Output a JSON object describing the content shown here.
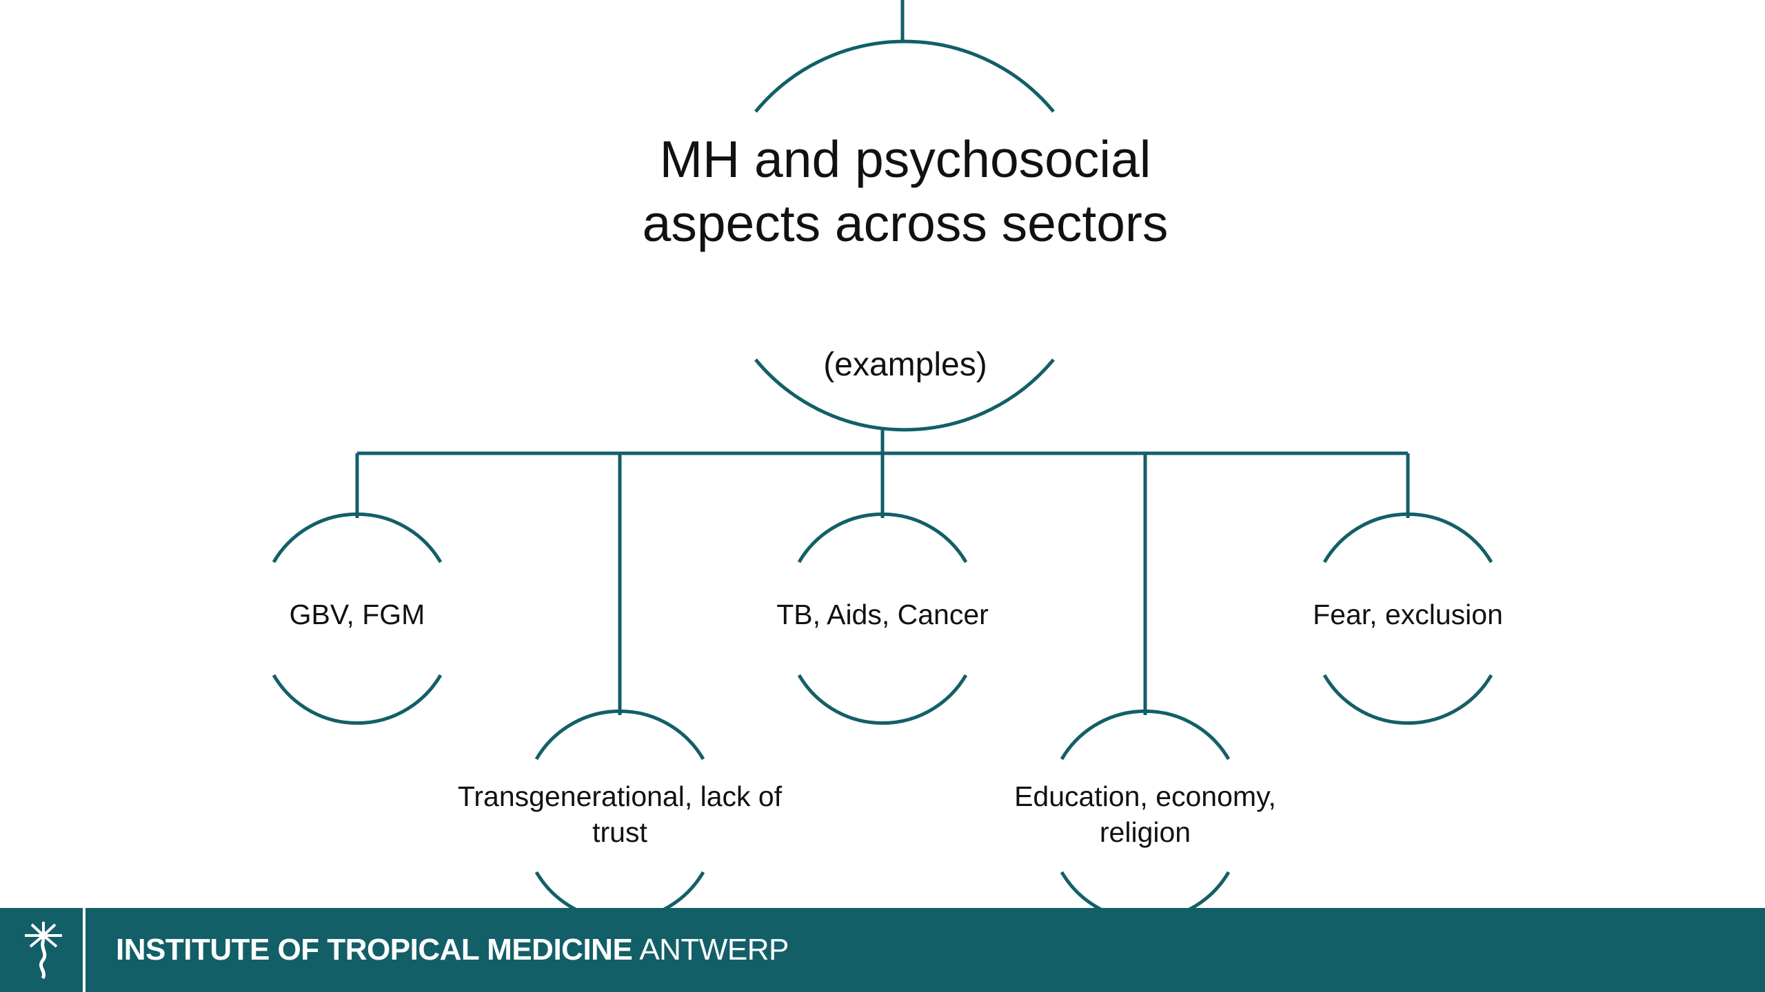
{
  "diagram": {
    "root": {
      "title": "MH and psychosocial aspects across sectors",
      "subtitle": "(examples)"
    },
    "children": [
      {
        "label": "GBV, FGM"
      },
      {
        "label": "Transgenerational, lack of trust"
      },
      {
        "label": "TB, Aids, Cancer"
      },
      {
        "label": "Education, economy, religion"
      },
      {
        "label": "Fear, exclusion"
      }
    ]
  },
  "footer": {
    "org_bold": "INSTITUTE OF TROPICAL MEDICINE",
    "org_light": "ANTWERP"
  },
  "colors": {
    "teal": "#135f68",
    "text": "#111111",
    "background": "#ffffff"
  }
}
